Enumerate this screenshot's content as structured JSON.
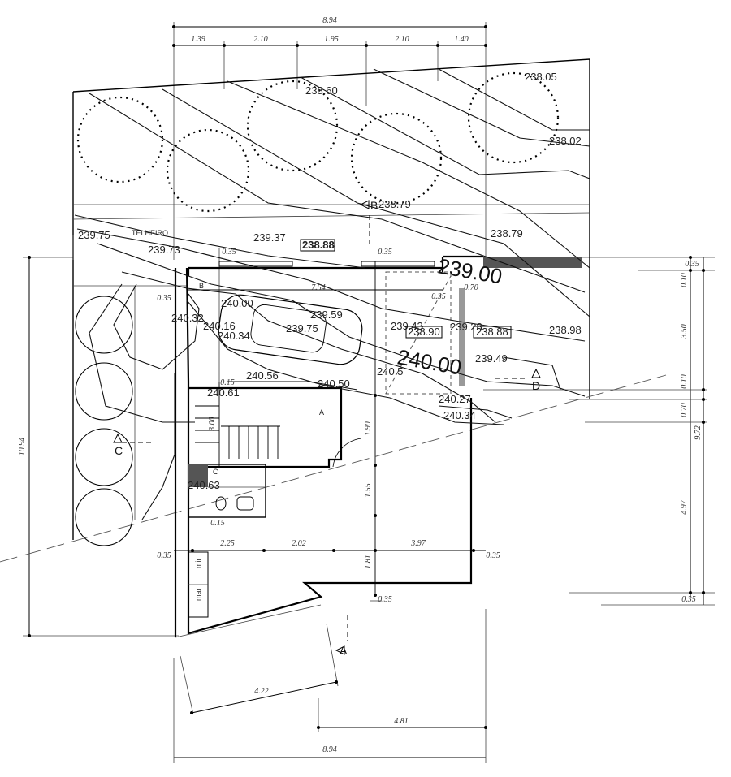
{
  "dimensions": {
    "top_total": "8.94",
    "top_segments": [
      "1.39",
      "2.10",
      "1.95",
      "2.10",
      "1.40"
    ],
    "bottom_total": "8.94",
    "bottom_a": "4.22",
    "bottom_b": "4.81",
    "left_total": "10.94",
    "right_segments": [
      "0.35",
      "0.10",
      "3.50",
      "0.10",
      "0.70",
      "4.97",
      "0.35"
    ],
    "right_total": "9.72",
    "interior_horizontal": [
      "7.54",
      "2.25",
      "2.02",
      "3.97"
    ],
    "interior_vertical": [
      "1.90",
      "1.55",
      "1.81",
      "3.00"
    ],
    "small": [
      "0.35",
      "0.35",
      "0.35",
      "0.35",
      "0.35",
      "0.70",
      "0.35",
      "0.15",
      "0.35",
      "0.15"
    ]
  },
  "levels": {
    "top_right_1": "238.05",
    "top_right_2": "238.02",
    "top_mid": "238.60",
    "mid_b": "238.79",
    "mid_right": "238.79",
    "telheiro_left": "239.75",
    "telheiro_2": "239.73",
    "mid_37": "239.37",
    "boxed_1": "238.88",
    "car_1": "240.00",
    "car_2": "239.59",
    "left_32": "240.32",
    "left_16": "240.16",
    "left_34": "240.34",
    "car_75": "239.75",
    "r_43": "239.43",
    "boxed_2": "238.90",
    "r_28": "239.28",
    "boxed_3": "238.88",
    "r_98": "238.98",
    "r_49": "239.49",
    "c_56": "240.56",
    "c_50": "240.50",
    "c_5x": "240.5",
    "c_27": "240.27",
    "c_34b": "240.34",
    "stair": "240.61",
    "wc": "240.63",
    "big_239": "239.00",
    "big_240": "240.00"
  },
  "labels": {
    "telheiro": "TELHEIRO",
    "b": "B",
    "a": "A",
    "c": "C",
    "mir": "mir",
    "mar": "mar"
  },
  "section_marks": {
    "a": "A",
    "b": "B",
    "c": "C",
    "d": "D"
  }
}
